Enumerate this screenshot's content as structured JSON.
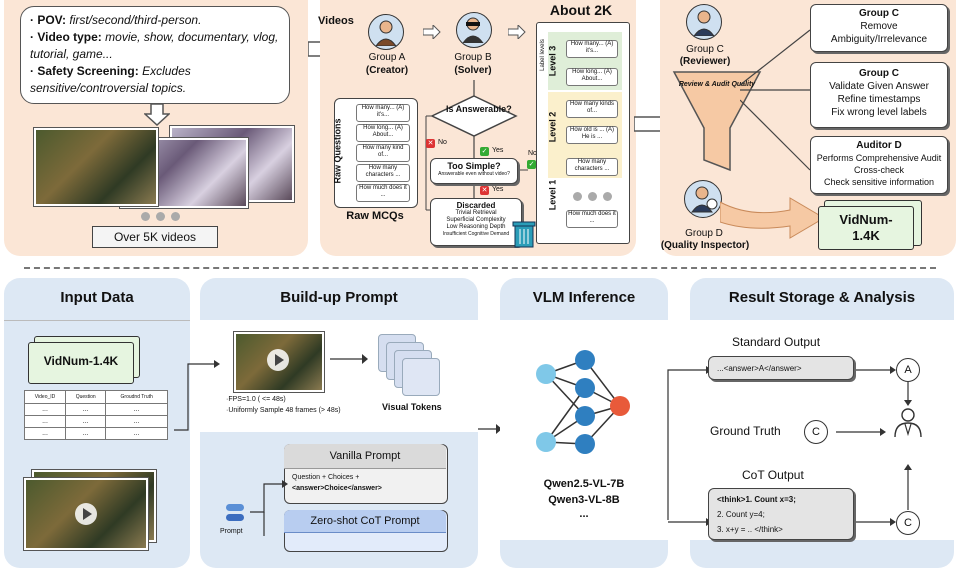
{
  "top_left": {
    "bullets": [
      {
        "label": "POV:",
        "text": "first/second/third-person."
      },
      {
        "label": "Video type:",
        "text": "movie, show, documentary, vlog,  tutorial, game..."
      },
      {
        "label": "Safety Screening:",
        "text": "Excludes sensitive/controversial topics."
      }
    ],
    "videos_count": "Over 5K videos"
  },
  "top_middle": {
    "videos_label": "Videos",
    "group_a": "Group A",
    "group_a_role": "(Creator)",
    "group_b": "Group B",
    "group_b_role": "(Solver)",
    "raw_questions": "Raw Questions",
    "raw_mcqs": "Raw MCQs",
    "raw_items": [
      "How many... (A) it's...",
      "How long... (A) About...",
      "How many kind of...",
      "How many characters ...",
      "How much does it ..."
    ],
    "is_answerable": "Is Answerable?",
    "no": "No",
    "yes": "Yes",
    "too_simple": "Too Simple?",
    "too_simple_sub": "Answerable even without video?",
    "discarded": "Discarded",
    "discarded_reasons": [
      "Trivial Retrieval",
      "Superficial Complexity",
      "Low Reasoning Depth",
      "Insufficient Cognitive Demand"
    ],
    "about": "About 2K",
    "label_levels": "Label levels",
    "levels": [
      "Level 3",
      "Level 2",
      "Level 1"
    ],
    "level_items": [
      "How many... (A) it's...",
      "How long... (A) About...",
      "How many kinds of...",
      "How old is ... (A) He is ...",
      "How many characters ...",
      "How much does it ..."
    ]
  },
  "top_right": {
    "group_c": "Group C",
    "reviewer": "(Reviewer)",
    "funnel_label": "Review & Audit Quality",
    "box1_title": "Group C",
    "box1_lines": [
      "Remove",
      "Ambiguity/Irrelevance"
    ],
    "box2_title": "Group C",
    "box2_lines": [
      "Validate Given Answer",
      "Refine timestamps",
      "Fix wrong level labels"
    ],
    "box3_title": "Auditor D",
    "box3_lines": [
      "Performs Comprehensive Audit",
      "Cross-check",
      "Check sensitive information"
    ],
    "group_d": "Group D",
    "inspector": "(Quality Inspector)",
    "output_doc": "VidNum-\n1.4K"
  },
  "bottom": {
    "input_data": "Input Data",
    "dataset": "VidNum-1.4K",
    "table_headers": [
      "Video_ID",
      "Question",
      "Groudnd Truth"
    ],
    "table_cell": "...",
    "buildup": "Build-up Prompt",
    "fps_lines": [
      "·FPS=1.0 ( <= 48s)",
      "·Uniformly Sample 48 frames (> 48s)"
    ],
    "visual_tokens": "Visual Tokens",
    "vanilla": "Vanilla Prompt",
    "vanilla_body": "Question + Choices +",
    "vanilla_answer": "<answer>Choice</answer>",
    "zero_shot": "Zero-shot CoT Prompt",
    "prompt_label": "Prompt",
    "vlm": "VLM Inference",
    "models": [
      "Qwen2.5-VL-7B",
      "Qwen3-VL-8B",
      "..."
    ],
    "result": "Result Storage & Analysis",
    "standard_output": "Standard Output",
    "standard_answer": "...<answer>A</answer>",
    "answer_a": "A",
    "ground_truth": "Ground Truth",
    "gt_c": "C",
    "cot_output": "CoT Output",
    "cot_lines": [
      "<think>1. Count x=3;",
      "2. Count y=4;",
      "3. x+y = .. </think>"
    ],
    "cot_c": "C"
  }
}
